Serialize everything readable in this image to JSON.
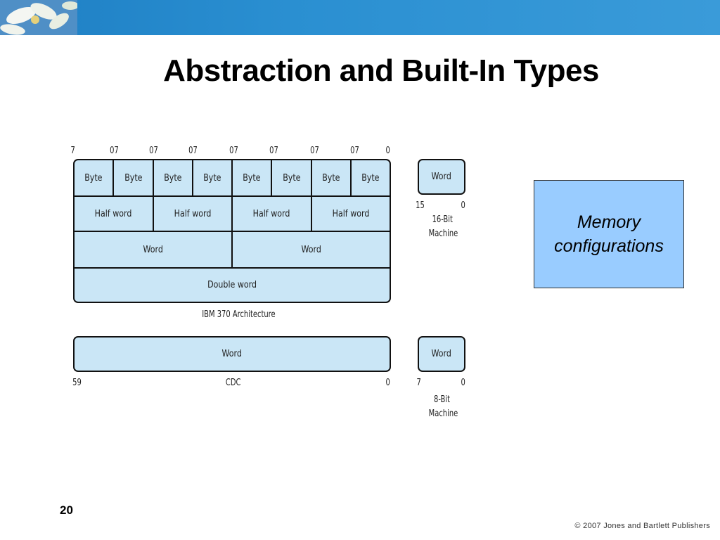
{
  "slide": {
    "title": "Abstraction and Built-In Types",
    "page_number": "20",
    "copyright": "© 2007 Jones and Bartlett Publishers"
  },
  "callout": {
    "line1": "Memory",
    "line2": "configurations"
  },
  "ibm370": {
    "bit_labels": [
      "7",
      "07",
      "07",
      "07",
      "07",
      "07",
      "07",
      "07",
      "0"
    ],
    "bytes": [
      "Byte",
      "Byte",
      "Byte",
      "Byte",
      "Byte",
      "Byte",
      "Byte",
      "Byte"
    ],
    "half_words": [
      "Half word",
      "Half word",
      "Half word",
      "Half word"
    ],
    "words": [
      "Word",
      "Word"
    ],
    "double_word": "Double word",
    "caption": "IBM 370 Architecture"
  },
  "machine16": {
    "cell": "Word",
    "bit_hi": "15",
    "bit_lo": "0",
    "caption_line1": "16-Bit",
    "caption_line2": "Machine"
  },
  "cdc": {
    "cell": "Word",
    "bit_hi": "59",
    "bit_lo": "0",
    "caption": "CDC"
  },
  "machine8": {
    "cell": "Word",
    "bit_hi": "7",
    "bit_lo": "0",
    "caption_line1": "8-Bit",
    "caption_line2": "Machine"
  }
}
